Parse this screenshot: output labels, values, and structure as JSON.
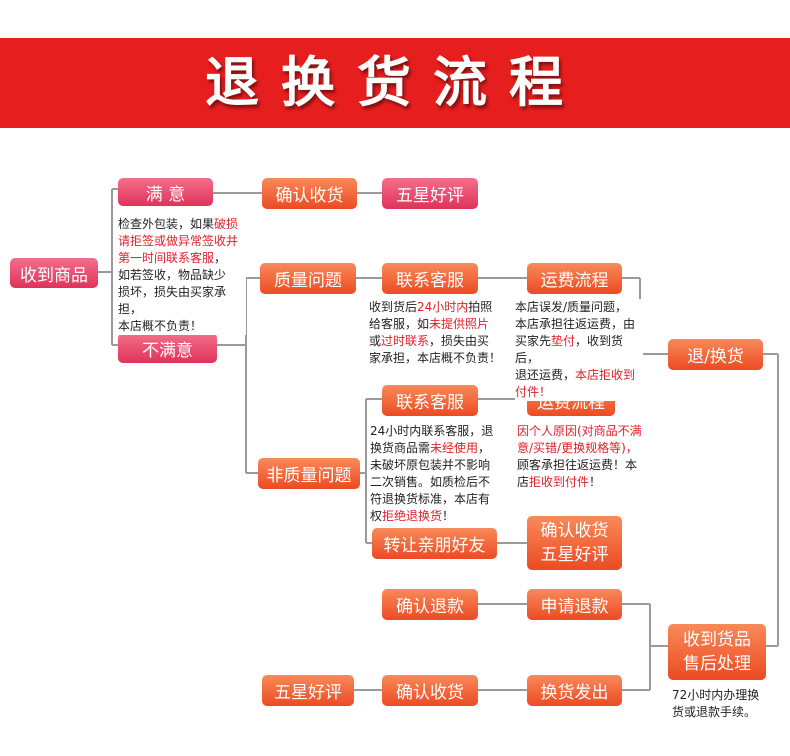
{
  "title": "退换货流程",
  "nodes": {
    "received": "收到商品",
    "satisfied": "满 意",
    "unsatisfied": "不满意",
    "confirm_receipt_top": "确认收货",
    "five_star_top": "五星好评",
    "quality_issue": "质量问题",
    "contact_service_1": "联系客服",
    "shipping_flow_1": "运费流程",
    "return_exchange": "退/换货",
    "contact_service_2": "联系客服",
    "shipping_flow_2": "运费流程",
    "non_quality_issue": "非质量问题",
    "transfer_friends": "转让亲朋好友",
    "confirm_receipt_mid_l1": "确认收货",
    "confirm_receipt_mid_l2": "五星好评",
    "confirm_refund": "确认退款",
    "apply_refund": "申请退款",
    "after_sales_l1": "收到货品",
    "after_sales_l2": "售后处理",
    "five_star_bottom": "五星好评",
    "confirm_receipt_bottom": "确认收货",
    "exchange_shipped": "换货发出"
  },
  "notes": {
    "inspect": {
      "l1a": "检查外包装，如果",
      "l1b": "破损",
      "l2": "请拒签或做异常签收并",
      "l3": "第一时间联系客服",
      "l3b": "，",
      "l4": "如若签收，物品缺少",
      "l5": "损坏，损失由买家承担，",
      "l6": "本店概不负责！"
    },
    "quality_contact": {
      "l1a": "收到货后",
      "l1b": "24小时内",
      "l1c": "拍照",
      "l2a": "给客服，如",
      "l2b": "未提供照片",
      "l3a": "或",
      "l3b": "过时联系",
      "l3c": "，损失由买",
      "l4": "家承担，本店概不负责！"
    },
    "quality_shipping": {
      "l1": "本店误发/质量问题，",
      "l2": "本店承担往返运费，由",
      "l3a": "买家先",
      "l3b": "垫付",
      "l3c": "，收到货后，",
      "l4a": "退还运费，",
      "l4b": "本店拒收到",
      "l5": "付件！"
    },
    "non_quality_contact": {
      "l1": "24小时内联系客服，退",
      "l2a": "换货商品需",
      "l2b": "未经使用",
      "l2c": "，",
      "l3": "未破坏原包装并不影响",
      "l4": "二次销售。如质检后不",
      "l5": "符退换货标准，本店有",
      "l6a": "权",
      "l6b": "拒绝退换货",
      "l6c": "！"
    },
    "non_quality_shipping": {
      "l1": "因个人原因(对商品不满",
      "l2": "意/买错/更换规格等)，",
      "l3": "顾客承担往返运费！本",
      "l4a": "店",
      "l4b": "拒收到付件",
      "l4c": "！"
    },
    "after_sales": {
      "l1": "72小时内办理换",
      "l2": "货或退款手续。"
    }
  },
  "colors": {
    "banner": "#e61e1e",
    "pink": "#e0325a",
    "orange": "#ec4a22",
    "line": "#9a9a9a",
    "highlight": "#e0202a"
  }
}
